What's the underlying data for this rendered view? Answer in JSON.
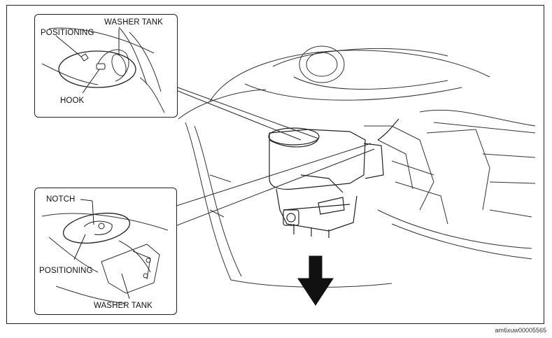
{
  "labels": {
    "top_inset": {
      "positioning": "POSITIONING",
      "washer_tank": "WASHER TANK",
      "hook": "HOOK"
    },
    "bottom_inset": {
      "notch": "NOTCH",
      "positioning": "POSITIONING",
      "washer_tank": "WASHER TANK"
    }
  },
  "figure_code": "am6xuw00005565",
  "icons": [
    "removal-direction-arrow-icon"
  ],
  "colors": {
    "line": "#222222",
    "background": "#ffffff"
  }
}
